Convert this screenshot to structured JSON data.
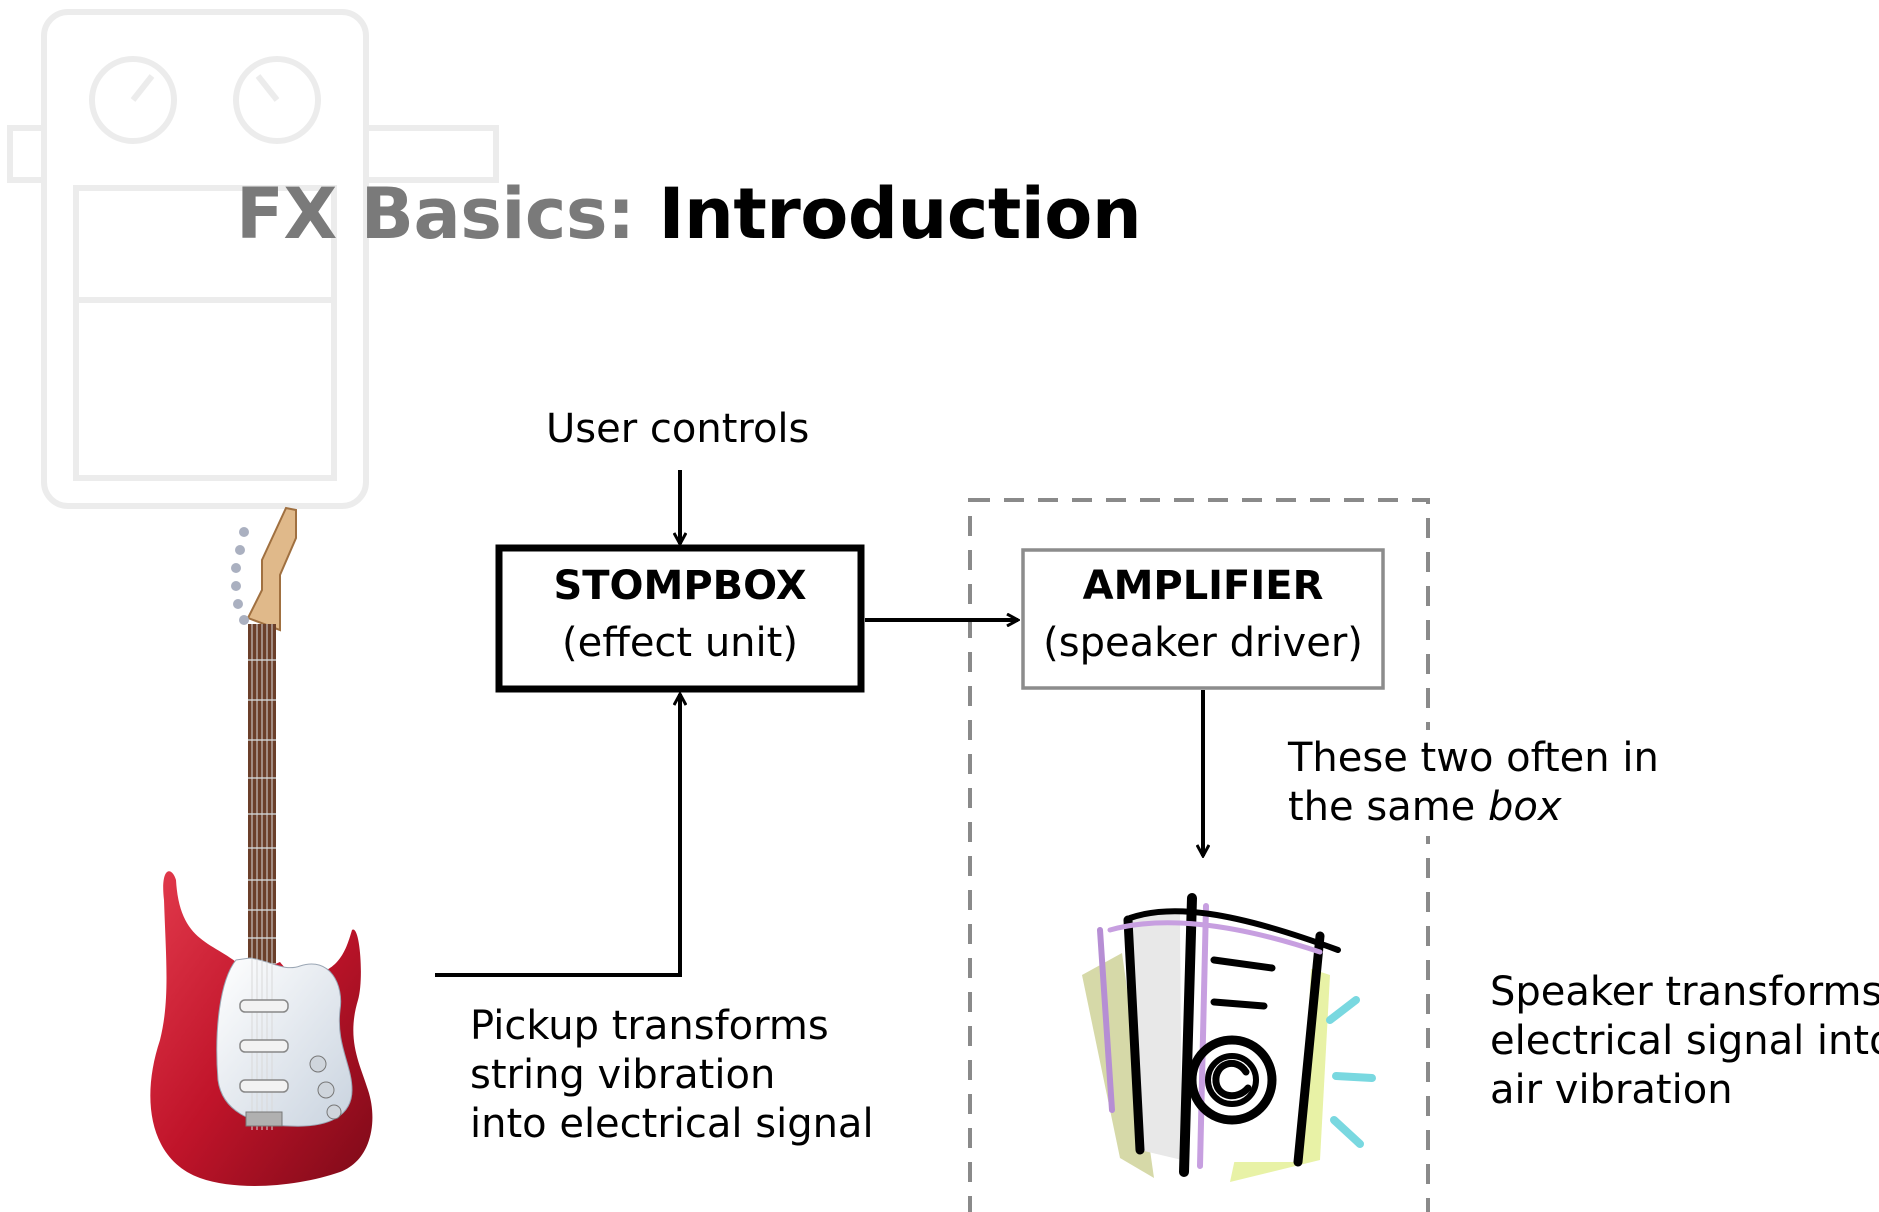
{
  "title": {
    "prefix": "FX Basics:",
    "main": "Introduction"
  },
  "labels": {
    "user_controls": "User controls",
    "stompbox_title": "STOMPBOX",
    "stompbox_sub": "(effect unit)",
    "amplifier_title": "AMPLIFIER",
    "amplifier_sub": "(speaker driver)",
    "same_box_line1": "These two often in",
    "same_box_line2_plain": "the same",
    "same_box_line2_italic": "box",
    "pickup_line1": "Pickup transforms",
    "pickup_line2": "string vibration",
    "pickup_line3": "into electrical signal",
    "speaker_line1": "Speaker transforms",
    "speaker_line2": "electrical signal into",
    "speaker_line3": "air vibration"
  },
  "icons": [
    "stompbox-watermark-icon",
    "electric-guitar-icon",
    "speaker-clipart-icon"
  ],
  "colors": {
    "title_prefix": "#7a7a7a",
    "guitar_body": "#c0142a",
    "watermark": "#ececec",
    "dashed_box": "#8a8a8a",
    "amp_box_border": "#8c8c8c"
  }
}
